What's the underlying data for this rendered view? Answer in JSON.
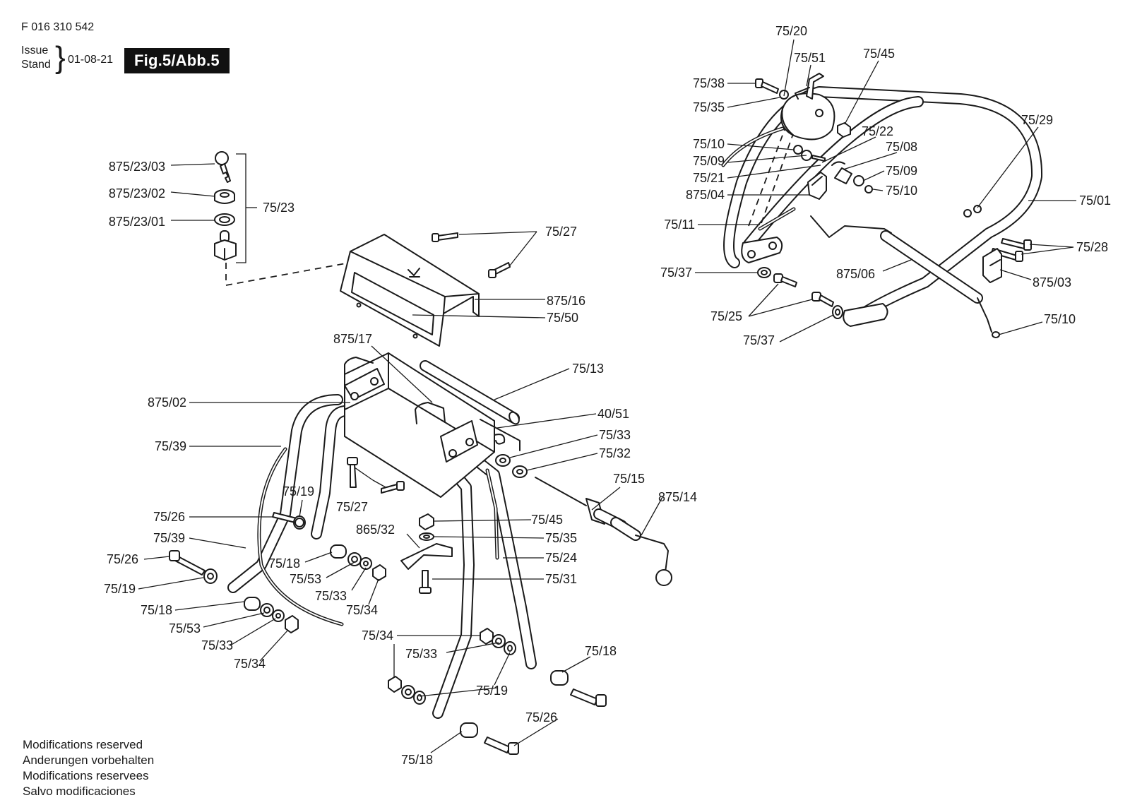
{
  "header": {
    "doc_number": "F 016 310 542",
    "issue_label_en": "Issue",
    "issue_label_de": "Stand",
    "issue_date": "01-08-21",
    "figure_badge": "Fig.5/Abb.5"
  },
  "footer": {
    "lines": [
      "Modifications reserved",
      "Anderungen vorbehalten",
      "Modifications reservees",
      "Salvo modificaciones"
    ]
  },
  "callouts": {
    "key_group": [
      "875/23/03",
      "875/23/02",
      "875/23/01",
      "75/23"
    ],
    "cover": [
      "75/27",
      "875/16",
      "75/50"
    ],
    "frame": [
      "875/17",
      "75/13",
      "875/02",
      "40/51",
      "75/33",
      "75/32",
      "75/39",
      "75/15",
      "875/14",
      "75/19",
      "75/27",
      "75/26",
      "75/45",
      "865/32",
      "75/35",
      "75/39",
      "75/24",
      "75/26",
      "75/18",
      "75/31",
      "75/53",
      "75/19",
      "75/33",
      "75/18",
      "75/34",
      "75/53",
      "75/33",
      "75/34",
      "75/34",
      "75/18",
      "75/33",
      "75/19",
      "75/26",
      "75/18"
    ],
    "handle": [
      "75/20",
      "75/51",
      "75/45",
      "75/38",
      "75/35",
      "75/29",
      "75/22",
      "75/10",
      "75/08",
      "75/09",
      "75/09",
      "75/21",
      "75/10",
      "875/04",
      "75/01",
      "75/11",
      "75/28",
      "75/37",
      "875/06",
      "875/03",
      "75/25",
      "75/10",
      "75/37"
    ]
  }
}
